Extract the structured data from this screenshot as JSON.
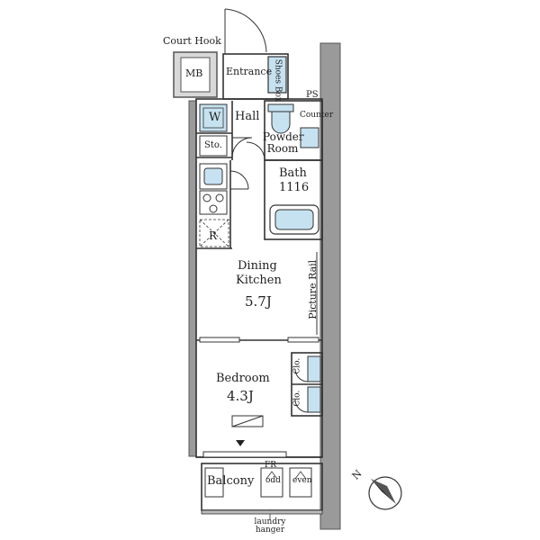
{
  "labels": {
    "court_hook": "Court Hook",
    "mb": "MB",
    "entrance": "Entrance",
    "shoes_box": "Shoes Box",
    "ps": "PS",
    "w": "W",
    "hall": "Hall",
    "counter": "Counter",
    "powder_room": "Powder Room",
    "sto": "Sto.",
    "bath": "Bath",
    "bath_size": "1116",
    "r": "R",
    "dining": "Dining",
    "kitchen": "Kitchen",
    "dk_area": "5.7J",
    "picture_rail": "Picture Rail",
    "bedroom": "Bedroom",
    "bedroom_area": "4.3J",
    "clo1": "Clo.",
    "clo2": "Clo.",
    "balcony": "Balcony",
    "fr": "FR",
    "odd": "odd",
    "even": "even",
    "laundry_hanger": "laundry hanger",
    "north": "N"
  },
  "colors": {
    "wall": "#888888",
    "wall_dark": "#555555",
    "fixture_blue": "#c6e2f0",
    "line": "#333333"
  }
}
